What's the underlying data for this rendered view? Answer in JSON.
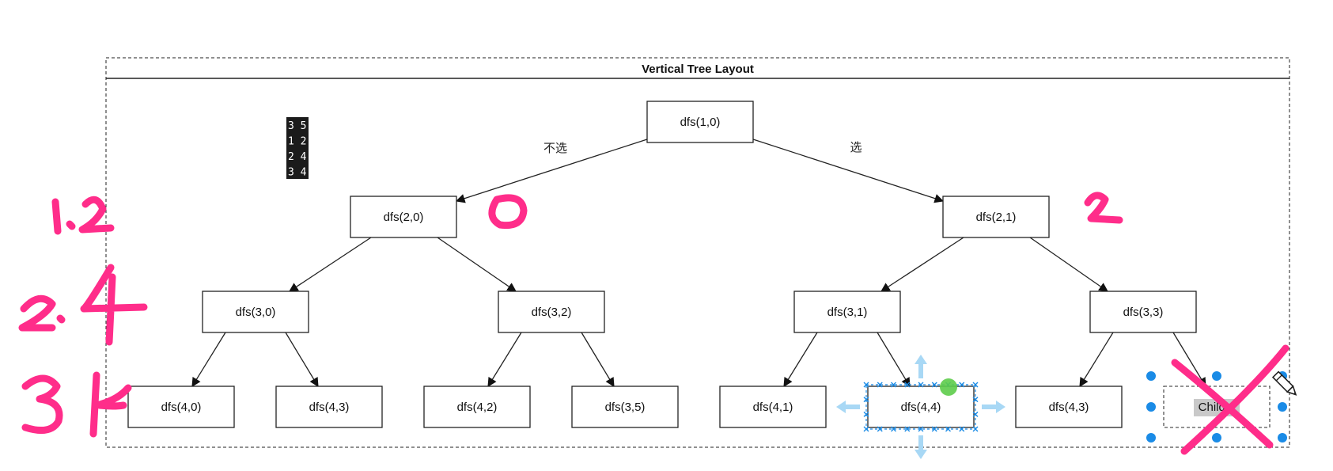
{
  "container": {
    "title": "Vertical Tree Layout"
  },
  "nodes": [
    {
      "id": "n10",
      "label": "dfs(1,0)"
    },
    {
      "id": "n20",
      "label": "dfs(2,0)"
    },
    {
      "id": "n21",
      "label": "dfs(2,1)"
    },
    {
      "id": "n30",
      "label": "dfs(3,0)"
    },
    {
      "id": "n32",
      "label": "dfs(3,2)"
    },
    {
      "id": "n31",
      "label": "dfs(3,1)"
    },
    {
      "id": "n33",
      "label": "dfs(3,3)"
    },
    {
      "id": "n40",
      "label": "dfs(4,0)"
    },
    {
      "id": "n43a",
      "label": "dfs(4,3)"
    },
    {
      "id": "n42",
      "label": "dfs(4,2)"
    },
    {
      "id": "n35",
      "label": "dfs(3,5)"
    },
    {
      "id": "n41",
      "label": "dfs(4,1)"
    },
    {
      "id": "n44",
      "label": "dfs(4,4)"
    },
    {
      "id": "n43b",
      "label": "dfs(4,3)"
    },
    {
      "id": "child2",
      "label": "Child 2"
    }
  ],
  "edges": [
    {
      "from": "n10",
      "to": "n20",
      "label": "不选"
    },
    {
      "from": "n10",
      "to": "n21",
      "label": "选"
    },
    {
      "from": "n20",
      "to": "n30",
      "label": ""
    },
    {
      "from": "n20",
      "to": "n32",
      "label": ""
    },
    {
      "from": "n21",
      "to": "n31",
      "label": ""
    },
    {
      "from": "n21",
      "to": "n33",
      "label": ""
    },
    {
      "from": "n30",
      "to": "n40",
      "label": ""
    },
    {
      "from": "n30",
      "to": "n43a",
      "label": ""
    },
    {
      "from": "n32",
      "to": "n42",
      "label": ""
    },
    {
      "from": "n32",
      "to": "n35",
      "label": ""
    },
    {
      "from": "n31",
      "to": "n41",
      "label": ""
    },
    {
      "from": "n31",
      "to": "n44",
      "label": ""
    },
    {
      "from": "n33",
      "to": "n43b",
      "label": ""
    },
    {
      "from": "n33",
      "to": "child2",
      "label": ""
    }
  ],
  "terminal": {
    "lines": [
      "3 5",
      "1 2",
      "2 4",
      "3 4"
    ]
  },
  "selection": {
    "node": "n44"
  },
  "colors": {
    "ink": "#ff2d8a",
    "selection": "#1a8be6",
    "handle": "#a8d8f5",
    "rotate": "#5dcc4a"
  },
  "icons": [
    "pencil-cursor-icon"
  ]
}
